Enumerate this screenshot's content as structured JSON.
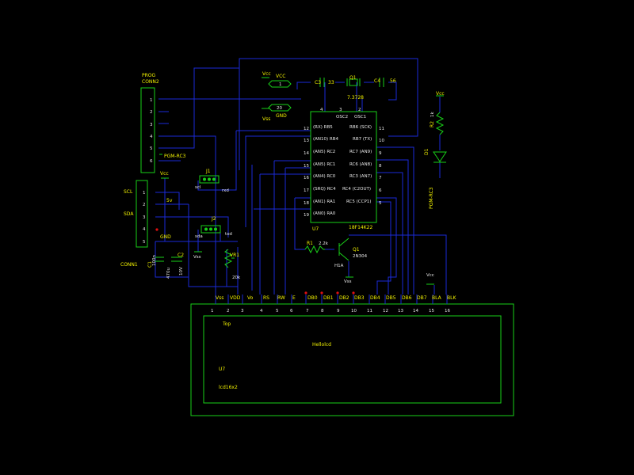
{
  "labels": {
    "prog": "PROG",
    "conn2": "CONN2",
    "pgm_rc3": "PGM-RC3",
    "vcc_small": "Vcc",
    "vcc_net": "VCC",
    "flag_1": "1",
    "flag_20": "20",
    "gnd": "GND",
    "vss": "Vss",
    "c3": "C3",
    "c3_val": "33",
    "q1": "Q1",
    "crystal_val": "7.3728",
    "c4": "C4",
    "c4_val": "56",
    "u7": "U7",
    "mcu_part": "18F14K22",
    "j1": "J1",
    "j2": "J2",
    "scl_small": "scl",
    "sda_small": "sda",
    "rxd": "rxd",
    "txd": "txd",
    "scl": "SCL",
    "sda": "SDA",
    "conn1": "CONN1",
    "five_v": "5v",
    "c1": "C1",
    "c1_val": "100n",
    "c2": "C2",
    "c2_val_a": "470u",
    "c2_val_b": "10V",
    "vr1": "VR1",
    "vr1_val": "20k",
    "r1": "R1",
    "r1_val": "2.2k",
    "q1_part": "2N304",
    "h1a": "H1A",
    "r2": "R2",
    "r2_val": "1k",
    "d1": "D1"
  },
  "conn2_pins": [
    "1",
    "2",
    "3",
    "4",
    "5",
    "6"
  ],
  "conn1_pins": [
    "1",
    "2",
    "3",
    "4",
    "5"
  ],
  "mcu_pins_left": [
    "12",
    "13",
    "14",
    "15",
    "16",
    "17",
    "18",
    "19"
  ],
  "mcu_pins_right": [
    "11",
    "10",
    "9",
    "8",
    "7",
    "6",
    "5"
  ],
  "lcd": {
    "pin_names": [
      "Vss",
      "VDD",
      "Vo",
      "RS",
      "RW",
      "E",
      "DB0",
      "DB1",
      "DB2",
      "DB3",
      "DB4",
      "DB5",
      "DB6",
      "DB7",
      "BLA",
      "BLK"
    ],
    "pin_numbers": [
      "1",
      "2",
      "3",
      "4",
      "5",
      "6",
      "7",
      "8",
      "9",
      "10",
      "11",
      "12",
      "13",
      "14",
      "15",
      "16"
    ],
    "top": "Top",
    "screen_text": "Hellolcd",
    "ref": "U7",
    "part": "lcd16x2"
  },
  "colors": {
    "background": "#000000",
    "wire": "#1a2ad8",
    "component": "#19d019",
    "text": "#f2f200",
    "junction": "#e01010"
  }
}
